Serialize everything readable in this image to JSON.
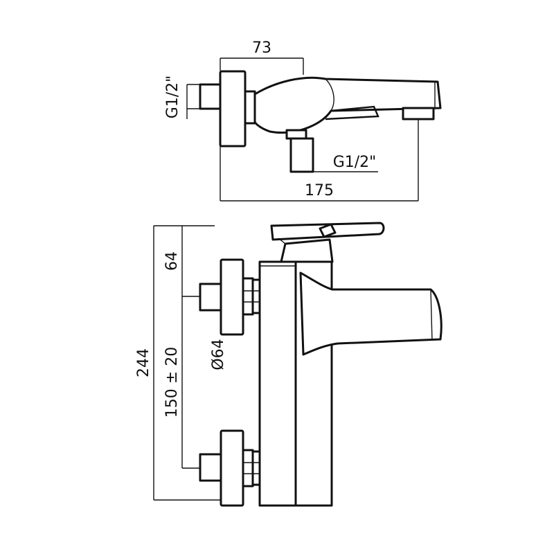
{
  "dimensions": {
    "top_width": "73",
    "top_inlet_left": "G1/2\"",
    "top_inlet_bottom": "G1/2\"",
    "top_length": "175",
    "front_height_top": "64",
    "front_total_height": "244",
    "front_center_distance": "150 ± 20",
    "front_diameter": "Ø64"
  }
}
